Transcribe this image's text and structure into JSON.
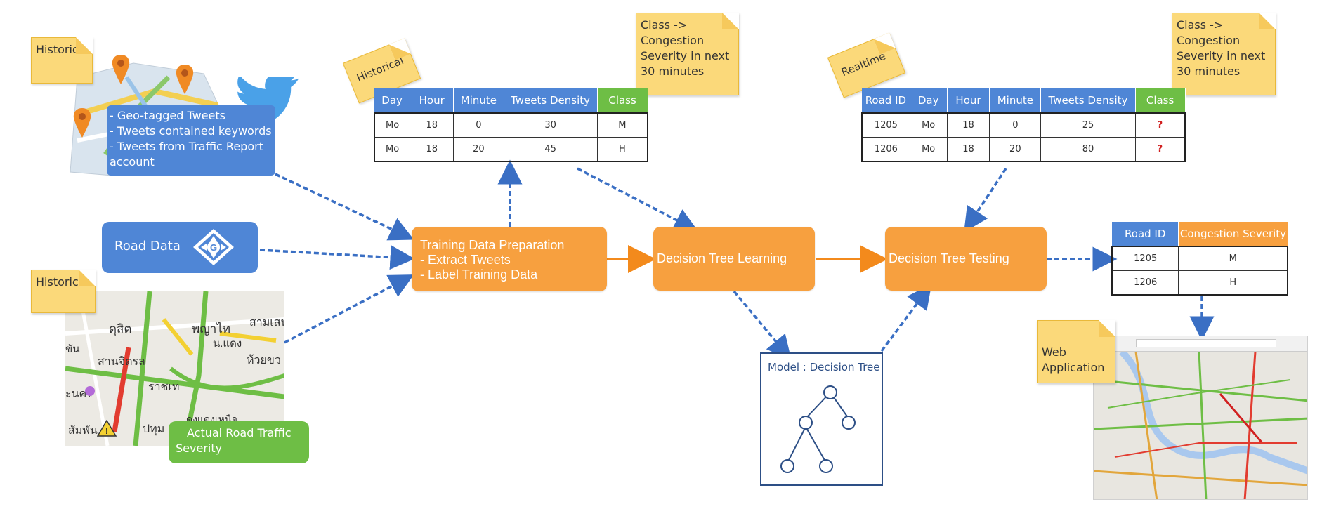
{
  "notes": {
    "historical_map": "Historical",
    "historical_tweets": "Historical",
    "historical_traffic": "Historical",
    "realtime": "Realtime",
    "class_top": [
      "Class ->",
      "Congestion",
      "Severity in next",
      "30 minutes"
    ],
    "class_right": [
      "Class ->",
      "Congestion",
      "Severity in next",
      "30 minutes"
    ],
    "web_app": "Web Application"
  },
  "tweet_sources": [
    "- Geo-tagged Tweets",
    "- Tweets contained keywords",
    "- Tweets from Traffic Report",
    "account"
  ],
  "road_data": "Road Data",
  "actual_severity": [
    "Actual Road Traffic",
    "Severity"
  ],
  "process": {
    "prep": [
      "Training Data Preparation",
      "- Extract Tweets",
      "- Label Training Data"
    ],
    "learning": "Decision Tree Learning",
    "testing": "Decision Tree Testing"
  },
  "model_title": "Model : Decision Tree",
  "training_table": {
    "headers": [
      "Day",
      "Hour",
      "Minute",
      "Tweets Density",
      "Class"
    ],
    "rows": [
      [
        "Mo",
        "18",
        "0",
        "30",
        "M"
      ],
      [
        "Mo",
        "18",
        "20",
        "45",
        "H"
      ]
    ]
  },
  "realtime_table": {
    "headers": [
      "Road ID",
      "Day",
      "Hour",
      "Minute",
      "Tweets Density",
      "Class"
    ],
    "rows": [
      [
        "1205",
        "Mo",
        "18",
        "0",
        "25",
        "?"
      ],
      [
        "1206",
        "Mo",
        "18",
        "20",
        "80",
        "?"
      ]
    ]
  },
  "result_table": {
    "headers": [
      "Road ID",
      "Congestion Severity"
    ],
    "rows": [
      [
        "1205",
        "M"
      ],
      [
        "1206",
        "H"
      ]
    ]
  },
  "map_labels_thai": [
    "ดุสิต",
    "พญาไท",
    "สามเสน",
    "สานจิตรล",
    "ราชเท",
    "ห้วยขว",
    "ปทุม",
    "สัมพัน",
    "ขัน",
    "ะนคร",
    "น.แดง",
    "ดงแดงเหนือ"
  ],
  "colors": {
    "blue": "#4f86d6",
    "orange": "#f7a03f",
    "green": "#6ebe45",
    "note": "#fbd97a",
    "arrow_blue": "#3a6fc4",
    "arrow_orange": "#f38a1c"
  },
  "icons": [
    "map-pin-icon",
    "twitter-bird-icon",
    "road-sign-icon",
    "warning-icon"
  ]
}
